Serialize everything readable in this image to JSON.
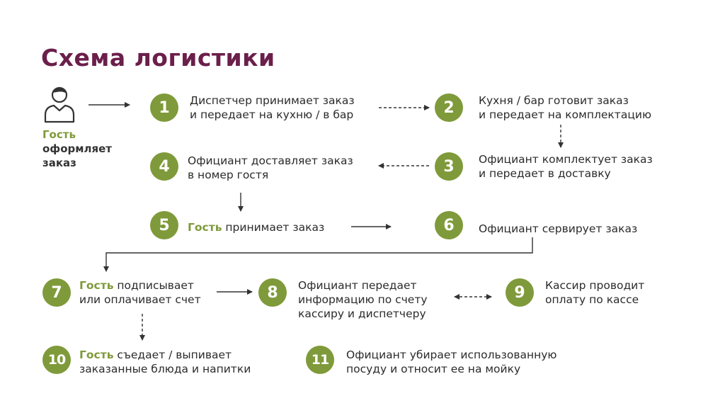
{
  "title": "Схема логистики",
  "guest": {
    "highlight": "Гость",
    "line2": "оформляет",
    "line3": "заказ"
  },
  "steps": [
    {
      "num": "1",
      "line1": "Диспетчер принимает заказ",
      "line2": "и передает на кухню / в бар"
    },
    {
      "num": "2",
      "line1": "Кухня / бар готовит заказ",
      "line2": "и передает на комплектацию"
    },
    {
      "num": "3",
      "line1": "Официант комплектует заказ",
      "line2": "и передает в доставку"
    },
    {
      "num": "4",
      "line1": "Официант доставляет заказ",
      "line2": "в номер гостя"
    },
    {
      "num": "5",
      "highlight": "Гость",
      "line1": " принимает заказ"
    },
    {
      "num": "6",
      "line1": "Официант сервирует заказ"
    },
    {
      "num": "7",
      "highlight": "Гость",
      "line1": " подписывает",
      "line2": "или оплачивает счет"
    },
    {
      "num": "8",
      "line1": "Официант передает",
      "line2": "информацию по счету",
      "line3": "кассиру и диспетчеру"
    },
    {
      "num": "9",
      "line1": "Кассир проводит",
      "line2": "оплату по кассе"
    },
    {
      "num": "10",
      "highlight": "Гость",
      "line1": " съедает / выпивает",
      "line2": "заказанные блюда и напитки"
    },
    {
      "num": "11",
      "line1": "Официант убирает использованную",
      "line2": "посуду и относит ее на мойку"
    }
  ],
  "colors": {
    "title": "#6b1f4b",
    "accent": "#7f9a3a",
    "text": "#2b2b2b"
  },
  "icons": {
    "guest": "person-icon"
  }
}
